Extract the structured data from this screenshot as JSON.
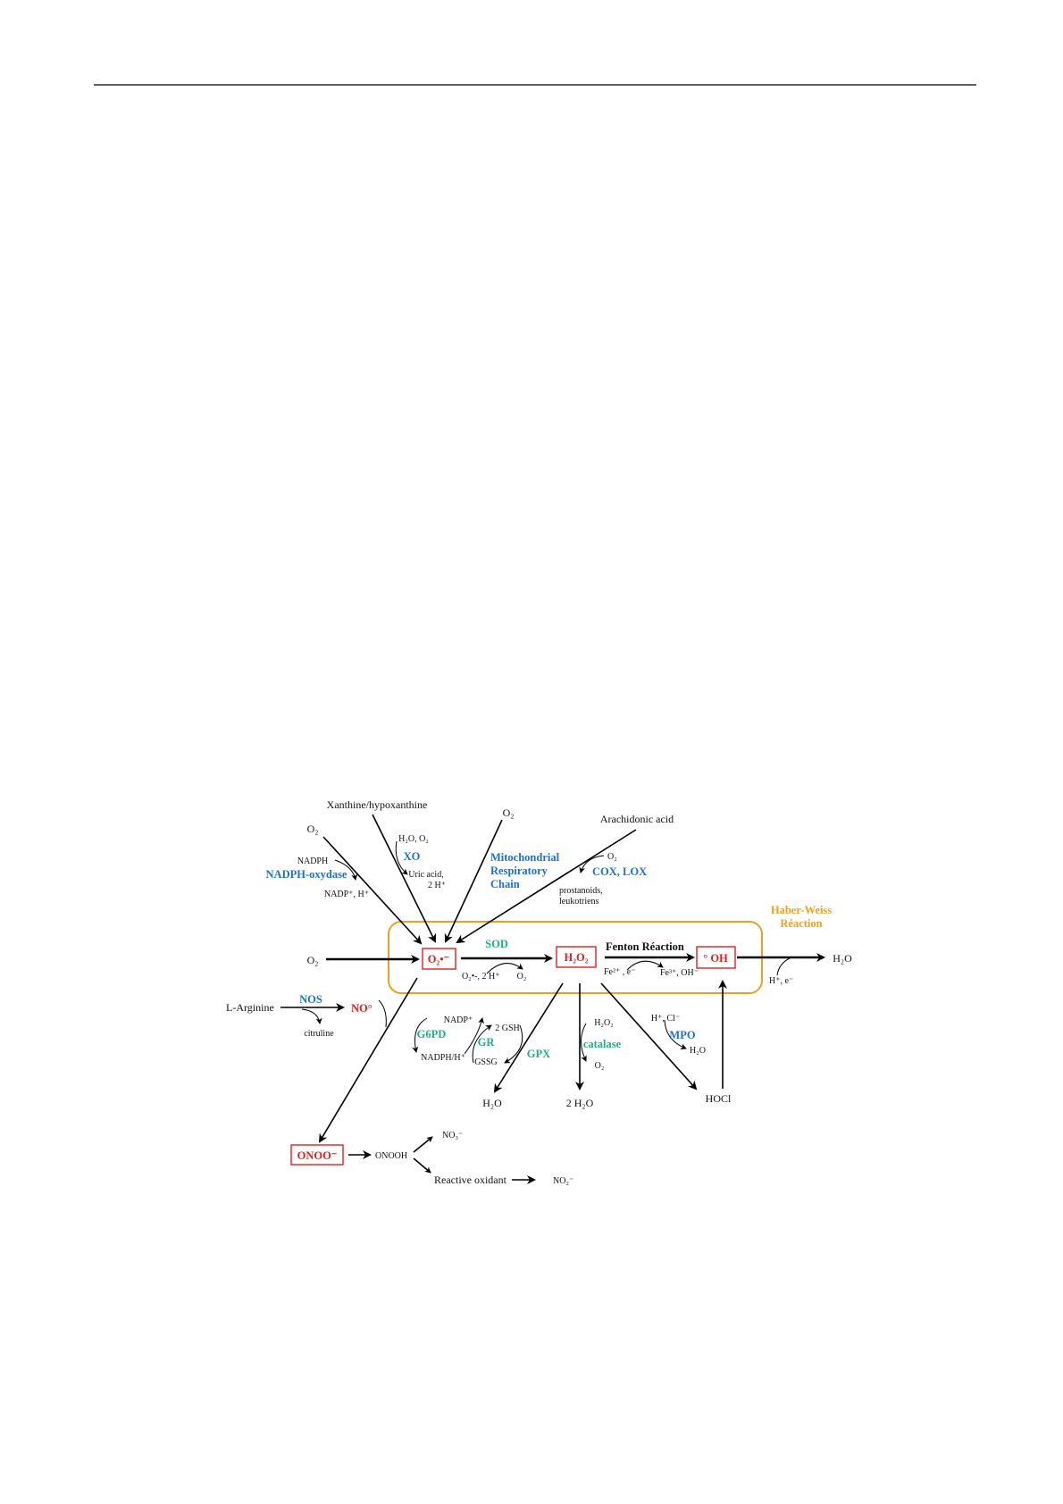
{
  "colors": {
    "enzyme_blue": "#1f6fd1",
    "enzyme_green": "#1fb08a",
    "species_red": "#e0201f",
    "haber_weiss_orange": "#f0a020"
  },
  "diagram": {
    "xanthine": "Xanthine/hypoxanthine",
    "o2_nadph": "O₂",
    "o2_top": "O₂",
    "arachidonic": "Arachidonic acid",
    "nadph": "NADPH",
    "nadph_oxydase": "NADPH-oxydase",
    "nadp_h": "NADP⁺, H⁺",
    "h2o_o2": "H₂O, O₂",
    "xo": "XO",
    "uric_acid": "Uric acid,",
    "two_h": "2 H⁺",
    "mito1": "Mitochondrial",
    "mito2": "Respiratory",
    "mito3": "Chain",
    "o2_cox": "O₂",
    "cox_lox": "COX, LOX",
    "prostanoids": "prostanoids,",
    "leukotriens": "leukotriens",
    "haber1": "Haber-Weiss",
    "haber2": "Réaction",
    "o2_left": "O₂",
    "superoxide": "O₂•⁻",
    "sod": "SOD",
    "sod_sub": "O₂•-, 2 H⁺",
    "sod_o2": "O₂",
    "h2o2": "H₂O₂",
    "fenton": "Fenton Réaction",
    "fe2": "Fe²⁺ , e⁻",
    "fe3": "Fe³⁺, OH⁻",
    "oh": "° OH",
    "h2o_right": "H₂O",
    "h_e": "H⁺, e⁻",
    "l_arginine": "L-Arginine",
    "nos": "NOS",
    "no": "NO°",
    "citruline": "citruline",
    "nadp_plus": "NADP⁺",
    "g6pd": "G6PD",
    "two_gsh": "2 GSH",
    "gr": "GR",
    "nadph_h": "NADPH/H⁺",
    "gssg": "GSSG",
    "gpx": "GPX",
    "h2o_gpx": "H₂O",
    "h2o2_cat": "H₂O₂",
    "catalase": "catalase",
    "o2_cat": "O₂",
    "two_h2o": "2 H₂O",
    "h_cl": "H⁺, Cl⁻",
    "mpo": "MPO",
    "h2o_mpo": "H₂O",
    "hocl": "HOCl",
    "onoo": "ONOO⁻",
    "onooh": "ONOOH",
    "no3": "NO₃⁻",
    "reactive_oxidant": "Reactive oxidant",
    "no2": "NO₂⁻"
  }
}
